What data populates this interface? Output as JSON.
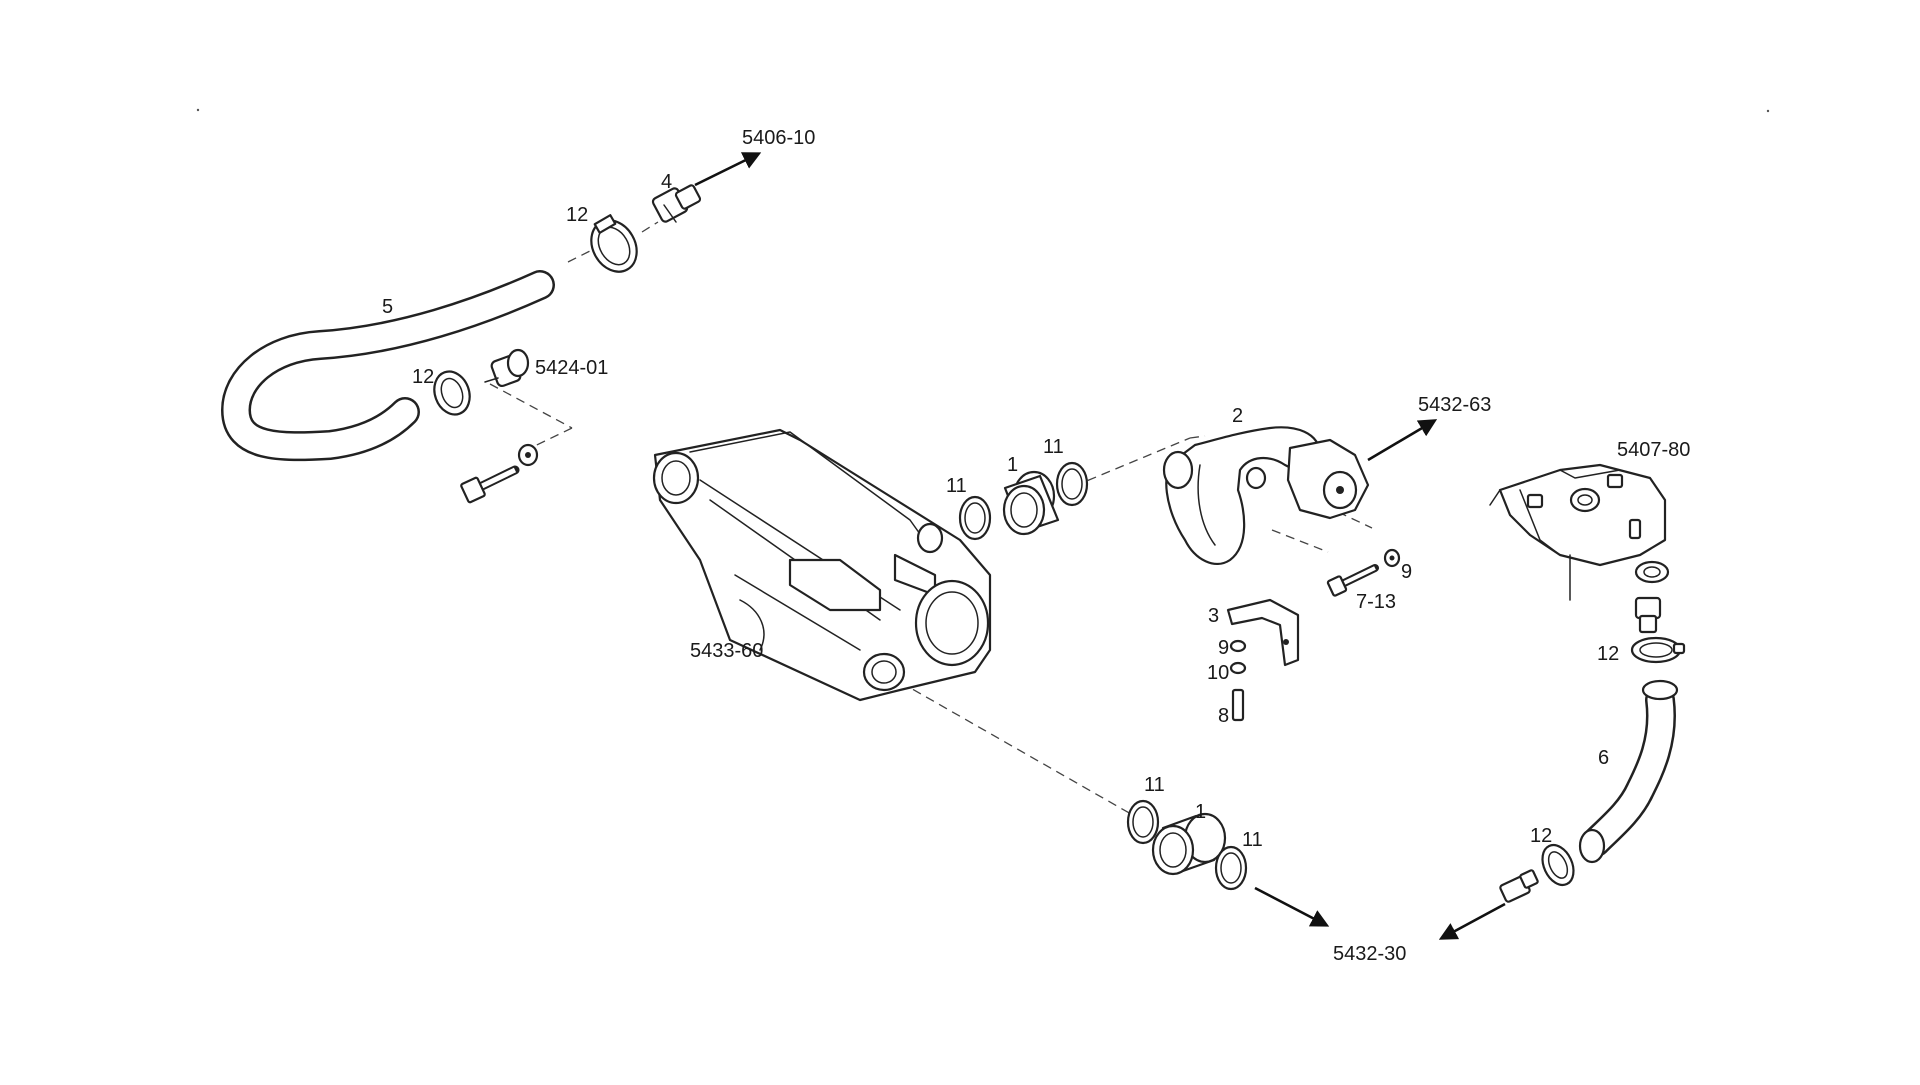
{
  "labels": {
    "ref_5406_10": "5406-10",
    "item_4": "4",
    "item_12_top": "12",
    "item_5": "5",
    "item_12_mid": "12",
    "ref_5424_01": "5424-01",
    "ref_5433_60": "5433-60",
    "item_11_a": "11",
    "item_1_a": "1",
    "item_11_b": "11",
    "item_2": "2",
    "ref_5432_63": "5432-63",
    "ref_5407_80": "5407-80",
    "item_9_a": "9",
    "item_7_13": "7-13",
    "item_3": "3",
    "item_9_b": "9",
    "item_10": "10",
    "item_8": "8",
    "item_12_right": "12",
    "item_6": "6",
    "item_11_c": "11",
    "item_1_b": "1",
    "item_11_d": "11",
    "item_12_bottom": "12",
    "ref_5432_30": "5432-30"
  }
}
